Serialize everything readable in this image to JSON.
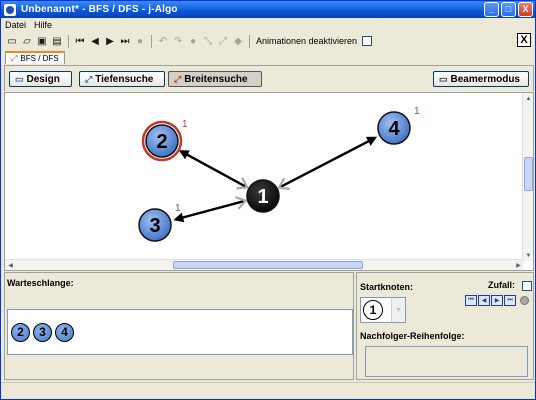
{
  "window": {
    "title": "Unbenannt* - BFS / DFS - j-Algo",
    "controls": {
      "minimize": "_",
      "maximize": "□",
      "close": "X"
    }
  },
  "menu": {
    "items": [
      "Datei",
      "Hilfe"
    ]
  },
  "toolbar": {
    "icons": [
      "new-icon",
      "open-icon",
      "save-icon",
      "save-as-icon",
      "first-icon",
      "back-icon",
      "forward-icon",
      "last-icon",
      "stop-icon",
      "undo-icon",
      "redo-icon",
      "node-icon",
      "edge-icon",
      "edges-icon",
      "eraser-icon"
    ],
    "animation_label": "Animationen deaktivieren",
    "close_tab": "X"
  },
  "tabs": [
    {
      "label": "BFS / DFS"
    }
  ],
  "modes": {
    "design": "Design",
    "depth_search": "Tiefensuche",
    "breadth_search": "Breitensuche",
    "beamer": "Beamermodus",
    "active": "Breitensuche"
  },
  "graph": {
    "nodes": [
      {
        "id": "1",
        "label": "1",
        "state": "current",
        "badge": ""
      },
      {
        "id": "2",
        "label": "2",
        "state": "visited",
        "badge": "1"
      },
      {
        "id": "3",
        "label": "3",
        "state": "visited",
        "badge": "1"
      },
      {
        "id": "4",
        "label": "4",
        "state": "visited",
        "badge": "1"
      }
    ],
    "edges": [
      {
        "from": "1",
        "to": "2",
        "direction": "both"
      },
      {
        "from": "1",
        "to": "3",
        "direction": "both"
      },
      {
        "from": "1",
        "to": "4",
        "direction": "both"
      }
    ],
    "colors": {
      "visited": "#5f8fd8",
      "current": "#0b0b0b",
      "highlight": "#c0392b",
      "badge": "#c0392b",
      "edge": "#000000",
      "arrow_back": "#a9a9a9"
    }
  },
  "queue": {
    "label": "Warteschlange:",
    "items": [
      "2",
      "3",
      "4"
    ]
  },
  "start_node": {
    "label": "Startknoten:",
    "value": "1",
    "random_label": "Zufall:"
  },
  "successor_order": {
    "label": "Nachfolger-Reihenfolge:"
  }
}
